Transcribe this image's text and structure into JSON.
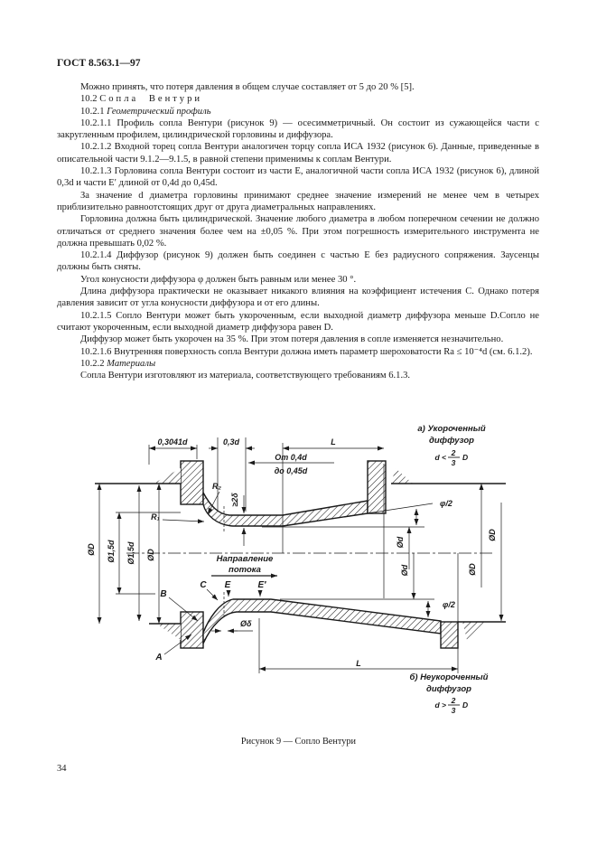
{
  "header": {
    "title": "ГОСТ 8.563.1—97"
  },
  "paragraphs": [
    {
      "kind": "body",
      "text": "Можно принять, что потеря давления в общем случае составляет от 5 до 20 % [5]."
    },
    {
      "kind": "spaced",
      "num": "10.2",
      "title": "Сопла Вентури"
    },
    {
      "kind": "sub",
      "num": "10.2.1",
      "title": "Геометрический профиль"
    },
    {
      "kind": "body",
      "text": "10.2.1.1 Профиль сопла Вентури (рисунок 9) — осесимметричный. Он состоит из сужающейся части с закругленным профилем, цилиндрической горловины и диффузора."
    },
    {
      "kind": "body",
      "text": "10.2.1.2 Входной торец сопла Вентури аналогичен торцу сопла ИСА 1932 (рисунок 6). Данные, приведенные в описательной части 9.1.2—9.1.5, в равной степени применимы к соплам Вентури."
    },
    {
      "kind": "body",
      "text": "10.2.1.3 Горловина сопла Вентури состоит из части E, аналогичной части сопла ИСА 1932 (рисунок 6), длиной 0,3d и части E′ длиной от 0,4d до 0,45d."
    },
    {
      "kind": "body",
      "text": "За значение d диаметра горловины принимают среднее значение измерений не менее чем в четырех приблизительно равноотстоящих друг от друга диаметральных направлениях."
    },
    {
      "kind": "body",
      "text": "Горловина должна быть цилиндрической. Значение любого диаметра в любом поперечном сечении не должно отличаться от среднего значения более чем на ±0,05 %. При этом погрешность измерительного инструмента не должна превышать 0,02 %."
    },
    {
      "kind": "body",
      "text": "10.2.1.4 Диффузор (рисунок 9) должен быть соединен с частью E без радиусного сопряжения. Заусенцы должны быть сняты."
    },
    {
      "kind": "body",
      "text": "Угол конусности диффузора φ должен быть равным или менее 30 °."
    },
    {
      "kind": "body",
      "text": "Длина диффузора практически не оказывает никакого влияния на коэффициент истечения C. Однако потеря давления зависит от угла конусности диффузора и от его длины."
    },
    {
      "kind": "body",
      "text": "10.2.1.5 Сопло Вентури может быть укороченным, если выходной диаметр диффузора меньше D.Сопло не считают укороченным, если выходной диаметр диффузора равен D."
    },
    {
      "kind": "body",
      "text": "Диффузор может быть укорочен на 35 %. При этом потеря давления в сопле изменяется незначительно."
    },
    {
      "kind": "body",
      "text": "10.2.1.6 Внутренняя поверхность сопла Вентури должна иметь параметр шероховатости Ra ≤ 10⁻⁴d (см. 6.1.2)."
    },
    {
      "kind": "sub",
      "num": "10.2.2",
      "title": "Материалы"
    },
    {
      "kind": "body",
      "text": "Сопла Вентури изготовляют из материала, соответствующего требованиям 6.1.3."
    }
  ],
  "figure": {
    "caption": "Рисунок 9 — Сопло Вентури",
    "labels": {
      "dim_0_3041d": "0,3041d",
      "dim_0_3d": "0,3d",
      "dim_L": "L",
      "dim_from_04d": "От 0,4d",
      "dim_to_045d": "до 0,45d",
      "variant_a_line1": "а) Укороченный",
      "variant_a_line2": "диффузор",
      "formula_a": {
        "prefix": "d <",
        "num": "2",
        "den": "3",
        "suffix": "D"
      },
      "variant_b_line1": "б) Неукороченный",
      "variant_b_line2": "диффузор",
      "formula_b": {
        "prefix": "d >",
        "num": "2",
        "den": "3",
        "suffix": "D"
      },
      "r1": "R₁",
      "r2": "R₂",
      "ge_2delta": "≥2δ",
      "phi_half": "φ/2",
      "dia_d": "Ød",
      "dia_D": "ØD",
      "dia_15d": "Ø1,5d",
      "dia_delta": "Øδ",
      "flow_line1": "Направление",
      "flow_line2": "потока",
      "letter_a": "A",
      "letter_b": "B",
      "letter_c": "C",
      "letter_e": "E",
      "letter_e_prime": "E′"
    }
  },
  "page_number": "34",
  "colors": {
    "ink": "#1a1a1a",
    "paper": "#ffffff"
  }
}
